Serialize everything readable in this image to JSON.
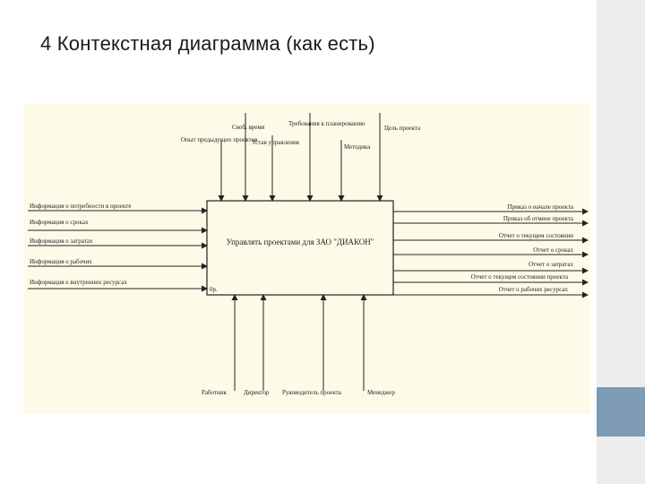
{
  "slide": {
    "title": "4 Контекстная диаграмма (как есть)"
  },
  "diagram": {
    "function_box": {
      "label": "Управлять проектами для ЗАО \"ДИАКОН\"",
      "node_id": "0р."
    },
    "controls": [
      "Опыт предыдущих проектов",
      "Своб. время",
      "Устав управления",
      "Требования к планированию",
      "Методика",
      "Цель проекта"
    ],
    "inputs": [
      "Информация о потребности в проекте",
      "Информация о сроках",
      "Информация о затратах",
      "Информация о рабочих",
      "Информация о внутренних ресурсах"
    ],
    "outputs": [
      "Приказ о начале проекта",
      "Приказ об отмене проекта",
      "Отчет о текущем состоянии",
      "Отчет о сроках",
      "Отчет о затратах",
      "Отчет о текущем состоянии проекта",
      "Отчет о рабочих ресурсах"
    ],
    "mechanisms": [
      "Работник",
      "Директор",
      "Руководитель проекта",
      "Менеджер"
    ]
  }
}
